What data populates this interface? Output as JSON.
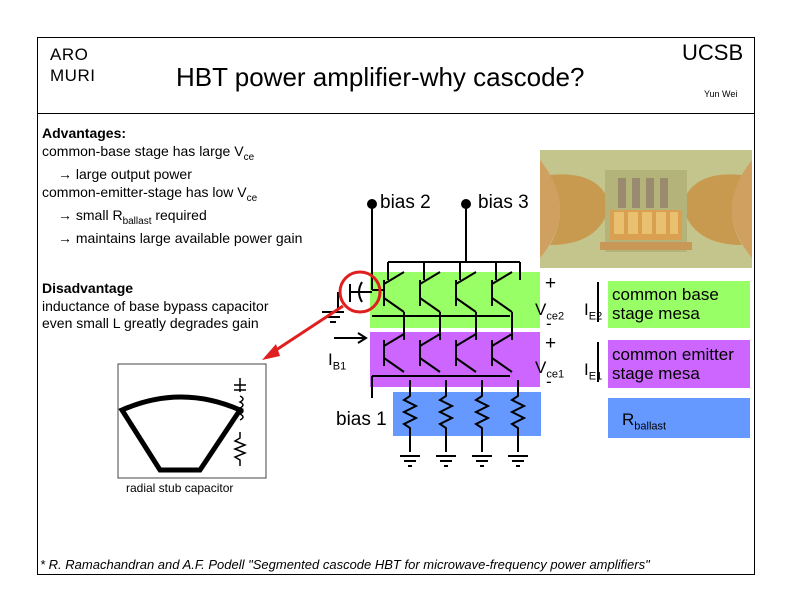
{
  "header": {
    "org_line1": "ARO",
    "org_line2": "MURI",
    "title": "HBT power amplifier-why cascode?",
    "institution": "UCSB",
    "author": "Yun Wei"
  },
  "advantages": {
    "heading": "Advantages:",
    "line1": "common-base stage has large V",
    "line1_sub": "ce",
    "line2": "→ large output power",
    "line3": "common-emitter-stage has low V",
    "line3_sub": "ce",
    "line4_pre": "→ small R",
    "line4_sub": "ballast",
    "line4_post": " required",
    "line5": "→ maintains large available power gain"
  },
  "disadvantage": {
    "heading": "Disadvantage",
    "line1": "inductance of base bypass capacitor",
    "line2": "even small L greatly degrades gain"
  },
  "circuit": {
    "bias2": "bias 2",
    "bias3": "bias 3",
    "bias1": "bias 1",
    "ib1": "I",
    "ib1_sub": "B1",
    "plus": "+",
    "minus": "-",
    "vce2": "V",
    "vce2_sub": "ce2",
    "ie2": "I",
    "ie2_sub": "E2",
    "vce1": "V",
    "vce1_sub": "ce1",
    "ie1": "I",
    "ie1_sub": "E1",
    "common_base_label": "common base stage mesa",
    "common_emitter_label": "common emitter stage mesa",
    "rballast": "R",
    "rballast_sub": "ballast",
    "inset_caption": "radial stub capacitor"
  },
  "colors": {
    "common_base_band": "#99ff66",
    "common_emitter_band": "#cc66ff",
    "ballast_band": "#6699ff",
    "highlight_circle": "#e02020",
    "pointer_arrow": "#e02020"
  },
  "footnote": "* R. Ramachandran and A.F. Podell \"Segmented cascode HBT for microwave-frequency power amplifiers\""
}
